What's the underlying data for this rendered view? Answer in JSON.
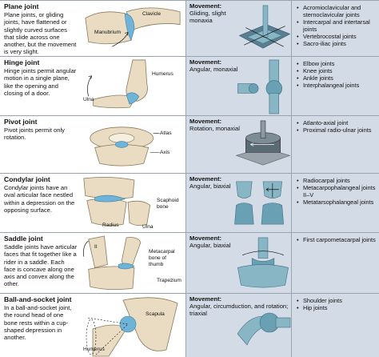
{
  "colors": {
    "movement_bg": "#d3dbe6",
    "bone": "#e9dcc3",
    "cartilage": "#6fb3d6",
    "model": "#88b6c4",
    "model_dark": "#3f6f80"
  },
  "columns": {
    "movement_label": "Movement:"
  },
  "rows": [
    {
      "title": "Plane joint",
      "description": "Plane joints, or gliding joints, have flattened or slightly curved surfaces that slide across one another, but the movement is very slight.",
      "art_labels": [
        "Clavicle",
        "Manubrium"
      ],
      "movement": "Gliding, slight monaxia",
      "examples": [
        "Acromioclavicular and sternoclavicular joints",
        "Intercarpal and intertarsal joints",
        "Vertebrocostal joints",
        "Sacro-iliac joints"
      ]
    },
    {
      "title": "Hinge joint",
      "description": "Hinge joints permit angular motion in a single plane, like the opening and closing of a door.",
      "art_labels": [
        "Humerus",
        "Ulna"
      ],
      "movement": "Angular, monaxial",
      "examples": [
        "Elbow joints",
        "Knee joints",
        "Ankle joints",
        "Interphalangeal joints"
      ]
    },
    {
      "title": "Pivot joint",
      "description": "Pivot joints permit only rotation.",
      "art_labels": [
        "Atlas",
        "Axis"
      ],
      "movement": "Rotation, monaxial",
      "examples": [
        "Atlanto-axial joint",
        "Proximal radio-ulnar joints"
      ]
    },
    {
      "title": "Condylar joint",
      "description": "Condylar joints have an oval articular face nestled within a depression on the opposing surface.",
      "art_labels": [
        "Scaphoid bone",
        "Radius",
        "Ulna"
      ],
      "movement": "Angular, biaxial",
      "examples": [
        "Radiocarpal joints",
        "Metacarpophalangeal joints II–V",
        "Metatarsophalangeal joints"
      ]
    },
    {
      "title": "Saddle joint",
      "description": "Saddle joints have articular faces that fit together like a rider in a saddle. Each face is concave along one axis and convex along the other.",
      "art_labels": [
        "Metacarpal bone of thumb",
        "Trapezium",
        "II"
      ],
      "movement": "Angular, biaxial",
      "examples": [
        "First carpometacarpal joints"
      ]
    },
    {
      "title": "Ball-and-socket joint",
      "description": "In a ball-and-socket joint, the round head of one bone rests within a cup-shaped depression in another.",
      "art_labels": [
        "Scapula",
        "Humerus"
      ],
      "movement": "Angular, circumduction, and rotation; triaxial",
      "examples": [
        "Shoulder joints",
        "Hip joints"
      ]
    }
  ]
}
